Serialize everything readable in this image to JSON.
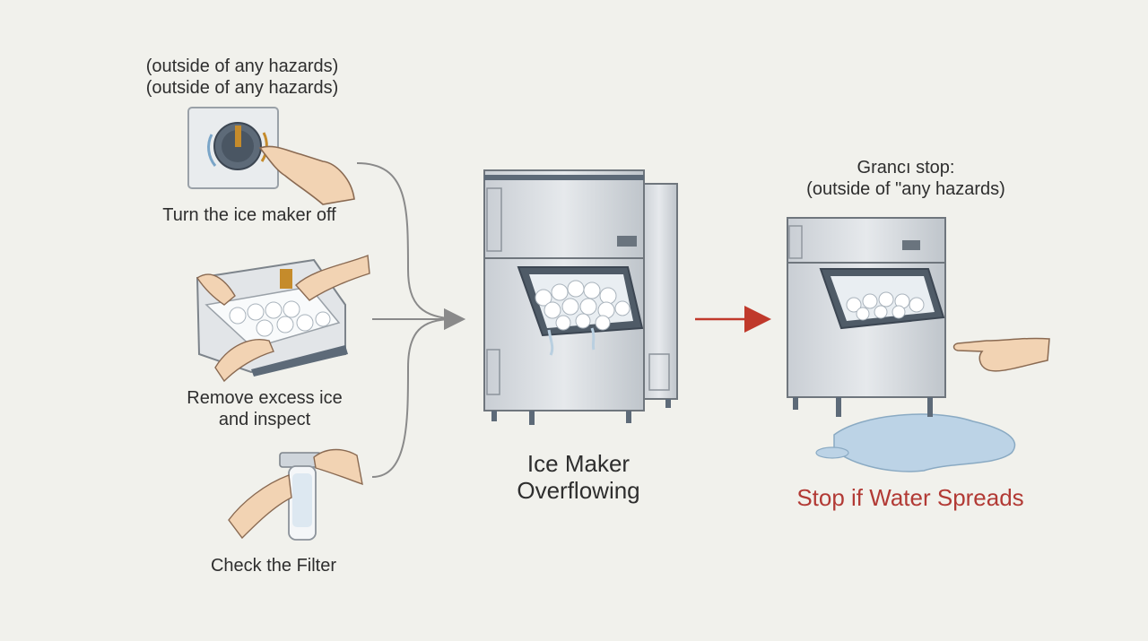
{
  "steps": {
    "top_note_1": "(outside of any hazards)",
    "top_note_2": "(outside of any hazards)",
    "turn_off": "Turn the ice maker off",
    "remove_ice_1": "Remove excess ice",
    "remove_ice_2": "and inspect",
    "check_filter": "Check the Filter"
  },
  "center": {
    "title_1": "Ice Maker",
    "title_2": "Overflowing"
  },
  "right": {
    "note_1": "Grancı stop:",
    "note_2": "(outside of \"any hazards)",
    "warning": "Stop if Water Spreads"
  },
  "colors": {
    "arrow_gray": "#8a8a8a",
    "arrow_red": "#c0392b",
    "warning_text": "#b23a35",
    "steel": "#d9dde2",
    "steel_dark": "#8c939b",
    "water": "#bcd3e6"
  },
  "icons": [
    "dial-knob-icon",
    "hand-icon",
    "ice-bin-icon",
    "water-filter-icon",
    "ice-maker-icon",
    "water-puddle-icon",
    "pointing-hand-icon"
  ]
}
